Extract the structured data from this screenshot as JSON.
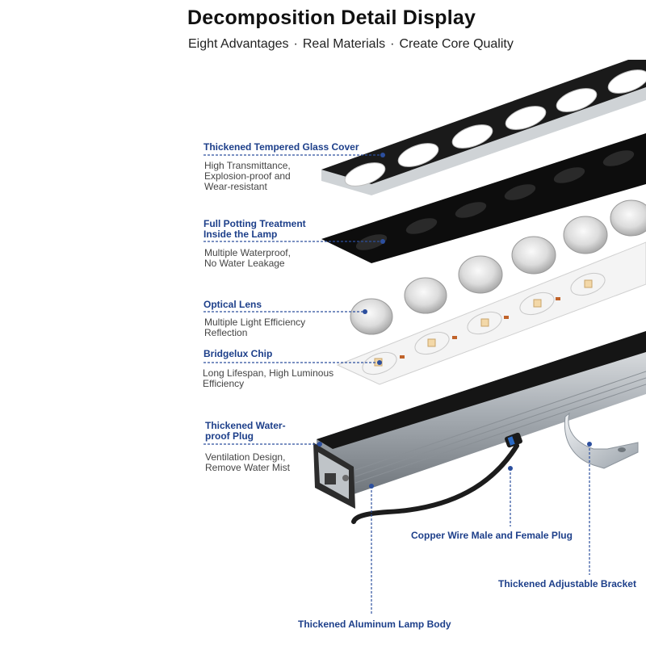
{
  "header": {
    "title": "Decomposition Detail Display",
    "subtitle_parts": [
      "Eight Advantages",
      "Real Materials",
      "Create Core Quality"
    ],
    "separator": "·"
  },
  "features": [
    {
      "label_lines": [
        "Thickened Tempered Glass Cover"
      ],
      "desc_lines": [
        "High Transmittance,",
        "Explosion-proof and",
        "Wear-resistant"
      ]
    },
    {
      "label_lines": [
        "Full Potting Treatment",
        "Inside the Lamp"
      ],
      "desc_lines": [
        "Multiple Waterproof,",
        "No Water Leakage"
      ]
    },
    {
      "label_lines": [
        "Optical Lens"
      ],
      "desc_lines": [
        "Multiple Light Efficiency",
        "Reflection"
      ]
    },
    {
      "label_lines": [
        "Bridgelux Chip"
      ],
      "desc_lines": [
        "Long Lifespan, High Luminous",
        "Efficiency"
      ]
    },
    {
      "label_lines": [
        "Thickened Water-",
        "proof Plug"
      ],
      "desc_lines": [
        "Ventilation Design,",
        "Remove Water Mist"
      ]
    }
  ],
  "bottom_labels": {
    "copper_wire": "Copper Wire Male and Female Plug",
    "bracket": "Thickened Adjustable Bracket",
    "body": "Thickened Aluminum Lamp Body"
  },
  "colors": {
    "accent": "#1d3f8a",
    "callout_line": "#2c4f9e"
  }
}
